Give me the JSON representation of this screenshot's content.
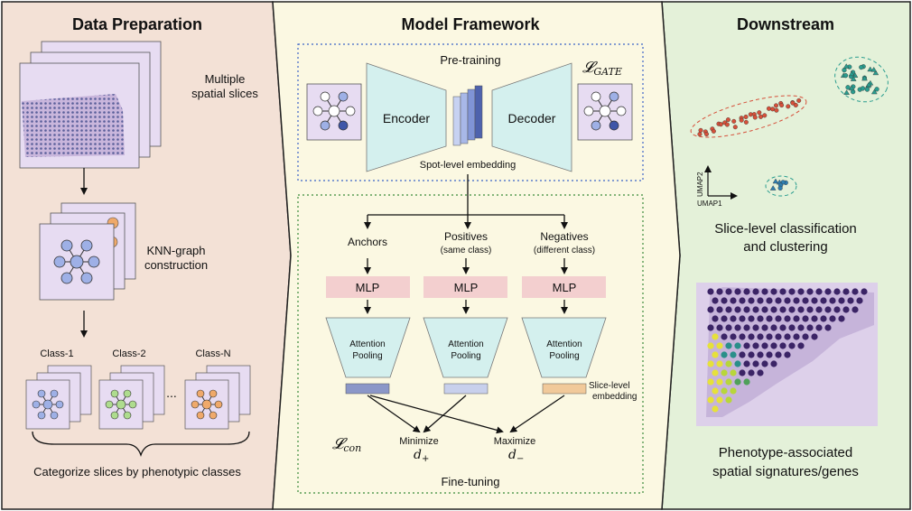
{
  "colors": {
    "panel_left": "#f3e1d6",
    "panel_mid": "#fbf8e2",
    "panel_right": "#e4f1d9",
    "slice": "#e7dcf2",
    "node_blue": "#9eb0e6",
    "node_green": "#aedc8e",
    "node_orange": "#efa96a",
    "mlp": "#f3cfcf",
    "attention": "#d4f0ee",
    "embed_anchor": "#8b97c8",
    "embed_pos": "#c8d0ec",
    "embed_neg": "#f1c99a",
    "umap_red": "#d6503a",
    "umap_teal": "#2a9d8f",
    "umap_blue": "#2f7fb0"
  },
  "left": {
    "title": "Data Preparation",
    "slices_label_1": "Multiple",
    "slices_label_2": "spatial slices",
    "knn_label_1": "KNN-graph",
    "knn_label_2": "construction",
    "class1": "Class-1",
    "class2": "Class-2",
    "classN": "Class-N",
    "ellipsis": "...",
    "bottom": "Categorize slices by phenotypic classes"
  },
  "mid": {
    "title": "Model Framework",
    "pretraining": "Pre-training",
    "encoder": "Encoder",
    "decoder": "Decoder",
    "loss_gate": "𝓛",
    "loss_gate_sub": "GATE",
    "spot_embedding": "Spot-level embedding",
    "anchors": "Anchors",
    "positives": "Positives",
    "positives_sub": "(same class)",
    "negatives": "Negatives",
    "negatives_sub": "(different class)",
    "mlp": "MLP",
    "attention_1": "Attention",
    "attention_2": "Pooling",
    "slice_embed_1": "Slice-level",
    "slice_embed_2": "embedding",
    "loss_con": "𝓛",
    "loss_con_sub": "con",
    "minimize": "Minimize",
    "d_plus": "d",
    "d_plus_sub": "+",
    "maximize": "Maximize",
    "d_minus": "d",
    "d_minus_sub": "−",
    "finetuning": "Fine-tuning"
  },
  "right": {
    "title": "Downstream",
    "umap1": "UMAP1",
    "umap2": "UMAP2",
    "caption1_1": "Slice-level classification",
    "caption1_2": "and clustering",
    "caption2_1": "Phenotype-associated",
    "caption2_2": "spatial signatures/genes"
  }
}
